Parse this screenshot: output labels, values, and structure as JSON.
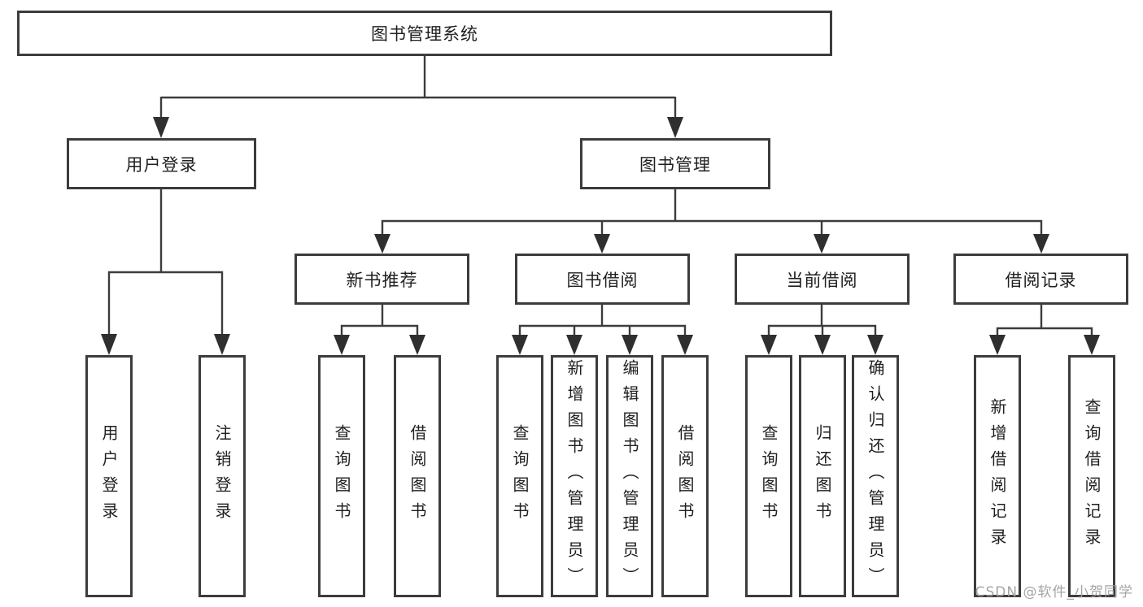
{
  "tree": {
    "label": "图书管理系统",
    "children": [
      {
        "label": "用户登录",
        "children": [
          {
            "label": "用户登录"
          },
          {
            "label": "注销登录"
          }
        ]
      },
      {
        "label": "图书管理",
        "children": [
          {
            "label": "新书推荐",
            "children": [
              {
                "label": "查询图书"
              },
              {
                "label": "借阅图书"
              }
            ]
          },
          {
            "label": "图书借阅",
            "children": [
              {
                "label": "查询图书"
              },
              {
                "label": "新增图书（管理员）"
              },
              {
                "label": "编辑图书（管理员）"
              },
              {
                "label": "借阅图书"
              }
            ]
          },
          {
            "label": "当前借阅",
            "children": [
              {
                "label": "查询图书"
              },
              {
                "label": "归还图书"
              },
              {
                "label": "确认归还（管理员）"
              }
            ]
          },
          {
            "label": "借阅记录",
            "children": [
              {
                "label": "新增借阅记录"
              },
              {
                "label": "查询借阅记录"
              }
            ]
          }
        ]
      }
    ]
  },
  "watermark": {
    "text": "CSDN @软件_小贺同学"
  },
  "colors": {
    "line": "#3c3c3c",
    "arrow": "#2f2f2f",
    "text": "#1f1f1f",
    "watermark": "#a0a0a0",
    "background": "#ffffff"
  }
}
